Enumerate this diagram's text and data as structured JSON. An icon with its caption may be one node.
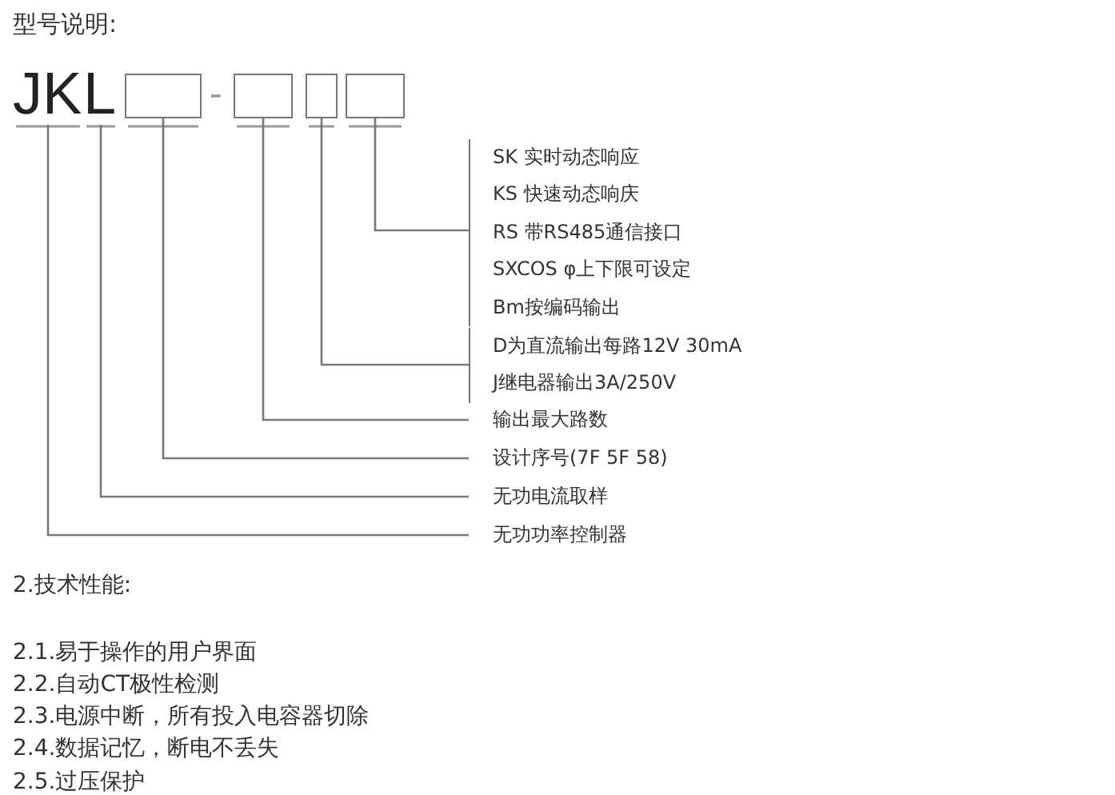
{
  "diagram": {
    "title": "型号说明:",
    "nodes": [
      {
        "text": [
          "JK"
        ]
      },
      {
        "text": [
          "L"
        ]
      },
      {
        "text": [],
        "shape": "box"
      },
      {
        "text": [],
        "shape": "box"
      },
      {
        "text": [],
        "shape": "box"
      },
      {
        "text": [],
        "shape": "box"
      },
      {
        "text": [
          "SK 实时动态响应",
          "KS 快速动态响庆",
          "RS 带RS485通信接口",
          "SXCOS φ上下限可设定",
          "Bm按编码输出"
        ]
      },
      {
        "text": [
          "D为直流输出每路12V 30mA",
          "J继电器输出3A/250V"
        ]
      },
      {
        "text": [
          "输出最大路数"
        ]
      },
      {
        "text": [
          "设计序号(7F 5F 58)"
        ]
      },
      {
        "text": [
          "无功电流取样"
        ]
      },
      {
        "text": [
          "无功功率控制器"
        ]
      }
    ],
    "edges": [
      {
        "from": 5,
        "to": 6,
        "arrow": "none"
      },
      {
        "from": 4,
        "to": 7,
        "arrow": "none"
      },
      {
        "from": 3,
        "to": 8,
        "arrow": "none"
      },
      {
        "from": 2,
        "to": 9,
        "arrow": "none"
      },
      {
        "from": 1,
        "to": 10,
        "arrow": "none"
      },
      {
        "from": 0,
        "to": 11,
        "arrow": "none"
      }
    ],
    "labels": [
      "-",
      "2.技术性能:",
      "2.1.易于操作的用户界面",
      "2.2.自动CT极性检测",
      "2.3.电源中断，所有投入电容器切除",
      "2.4.数据记忆，断电不丢失",
      "2.5.过压保护"
    ]
  }
}
